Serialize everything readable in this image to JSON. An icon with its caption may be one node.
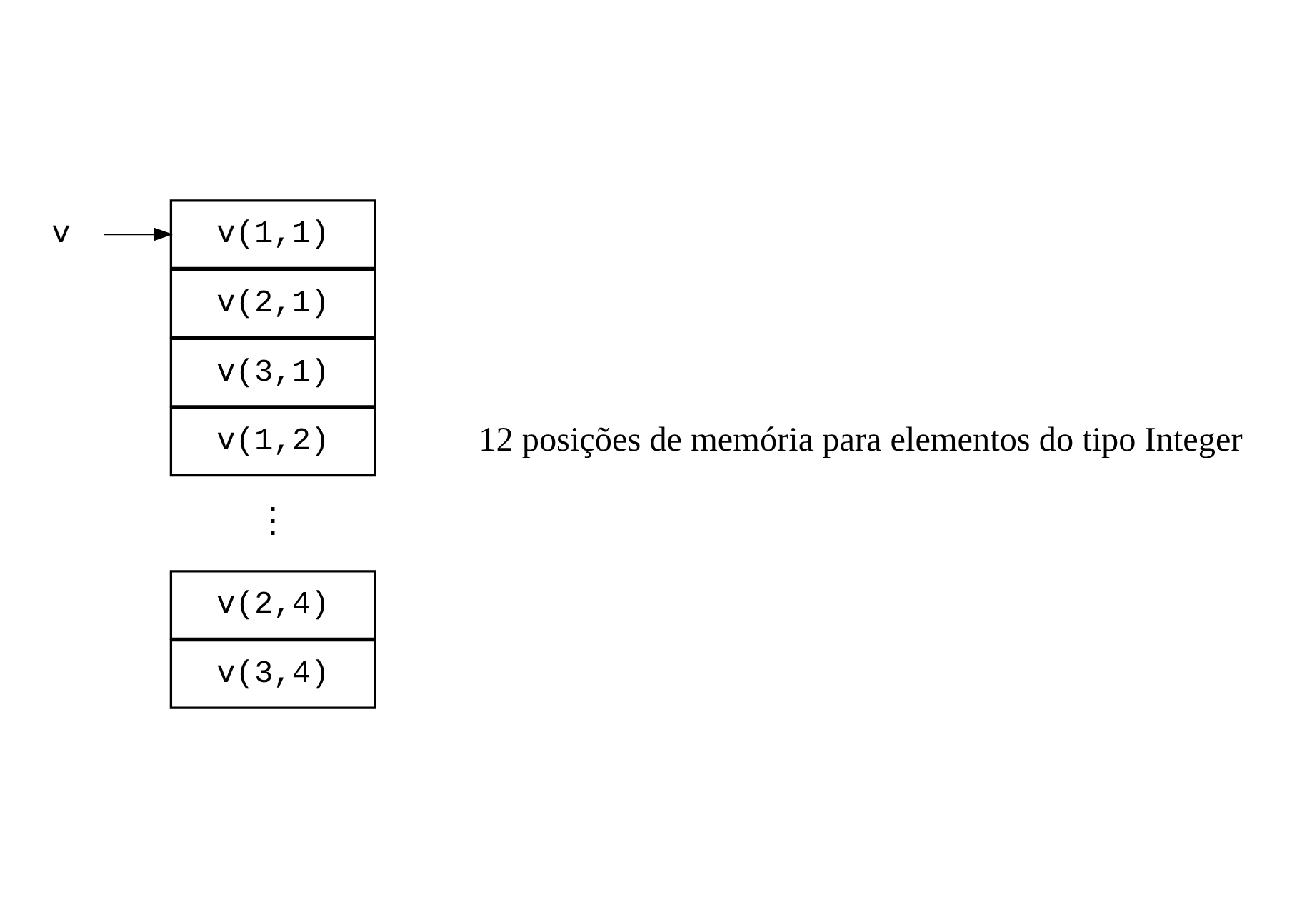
{
  "diagram": {
    "nodes": [
      {
        "text": [
          "v"
        ]
      },
      {
        "text": [
          "v(1,1)"
        ]
      },
      {
        "text": [
          "v(2,1)"
        ]
      },
      {
        "text": [
          "v(3,1)"
        ]
      },
      {
        "text": [
          "v(1,2)"
        ]
      },
      {
        "text": [
          "v(2,4)"
        ]
      },
      {
        "text": [
          "v(3,4)"
        ]
      }
    ],
    "edges": [
      {
        "from": 0,
        "to": 1,
        "arrow": "to"
      }
    ],
    "labels": [
      "⋮",
      "12 posições de memória para elementos do tipo Integer"
    ]
  }
}
